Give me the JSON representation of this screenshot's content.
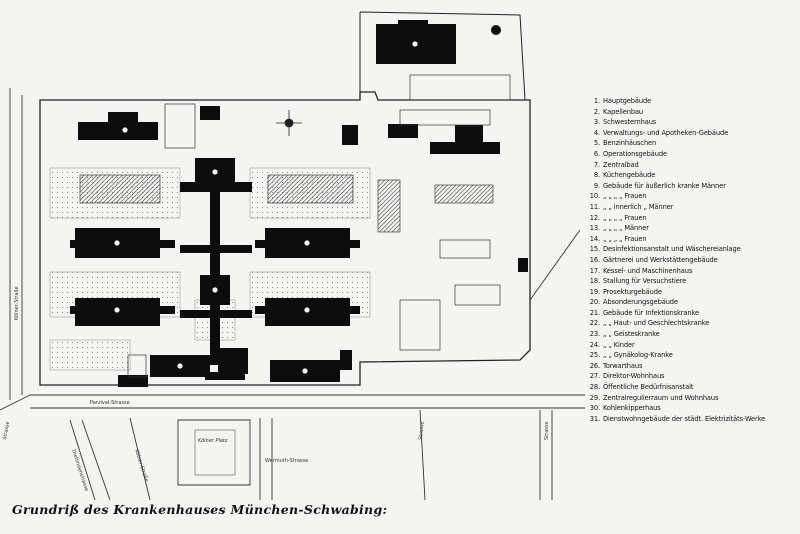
{
  "caption": "Grundriß des Krankenhauses München-Schwabing:",
  "legend": [
    {
      "num": "1.",
      "text": "Hauptgebäude"
    },
    {
      "num": "2.",
      "text": "Kapellenbau"
    },
    {
      "num": "3.",
      "text": "Schwesternhaus"
    },
    {
      "num": "4.",
      "text": "Verwaltungs- und Apotheken-Gebäude"
    },
    {
      "num": "5.",
      "text": "Benzinhäuschen"
    },
    {
      "num": "6.",
      "text": "Operationsgebäude"
    },
    {
      "num": "7.",
      "text": "Zentralbad"
    },
    {
      "num": "8.",
      "text": "Küchengebäude"
    },
    {
      "num": "9.",
      "text": "Gebäude für äußerlich kranke Männer"
    },
    {
      "num": "10.",
      "text": "„   „     „     „   Frauen"
    },
    {
      "num": "11.",
      "text": "„   „  innerlich  „   Männer"
    },
    {
      "num": "12.",
      "text": "„   „     „     „   Frauen"
    },
    {
      "num": "13.",
      "text": "„   „     „     „   Männer"
    },
    {
      "num": "14.",
      "text": "„   „     „     „   Frauen"
    },
    {
      "num": "15.",
      "text": "Desinfektionsanstalt und Wäschereianlage"
    },
    {
      "num": "16.",
      "text": "Gärtnerei und Werkstättengebäude"
    },
    {
      "num": "17.",
      "text": "Kessel- und Maschinenhaus"
    },
    {
      "num": "18.",
      "text": "Stallung für Versuchstiere"
    },
    {
      "num": "19.",
      "text": "Prosekturgebäude"
    },
    {
      "num": "20.",
      "text": "Absonderungsgebäude"
    },
    {
      "num": "21.",
      "text": "Gebäude für Infektionskranke"
    },
    {
      "num": "22.",
      "text": "„   „  Haut- und Geschlechtskranke"
    },
    {
      "num": "23.",
      "text": "„   „  Geisteskranke"
    },
    {
      "num": "24.",
      "text": "„   „  Kinder"
    },
    {
      "num": "25.",
      "text": "„   „  Gynäkolog-Kranke"
    },
    {
      "num": "26.",
      "text": "Torwarthaus"
    },
    {
      "num": "27.",
      "text": "Direktor-Wohnhaus"
    },
    {
      "num": "28.",
      "text": "Öffentliche Bedürfnisanstalt"
    },
    {
      "num": "29.",
      "text": "Zentralregulierraum und Wohnhaus"
    },
    {
      "num": "30.",
      "text": "Kohlenkipperhaus"
    },
    {
      "num": "31.",
      "text": "Dienstwohngebäude der städt. Elektrizitäts-Werke"
    }
  ],
  "streets": {
    "bottom": "Parzival-Strasse",
    "left": "Kölner-Straße",
    "far_left": "Strasse",
    "diag1": "Dietlindenstrasse",
    "diag2": "Kölner-Straße",
    "bottom_mid": "Wermuth-Strasse",
    "right1": "Strasse",
    "right2": "Strasse",
    "plaza": "Kölner Platz"
  },
  "colors": {
    "building": "#0d0d0d",
    "hatched": "#555555",
    "line": "#222222",
    "paper": "#f4f4f2"
  }
}
